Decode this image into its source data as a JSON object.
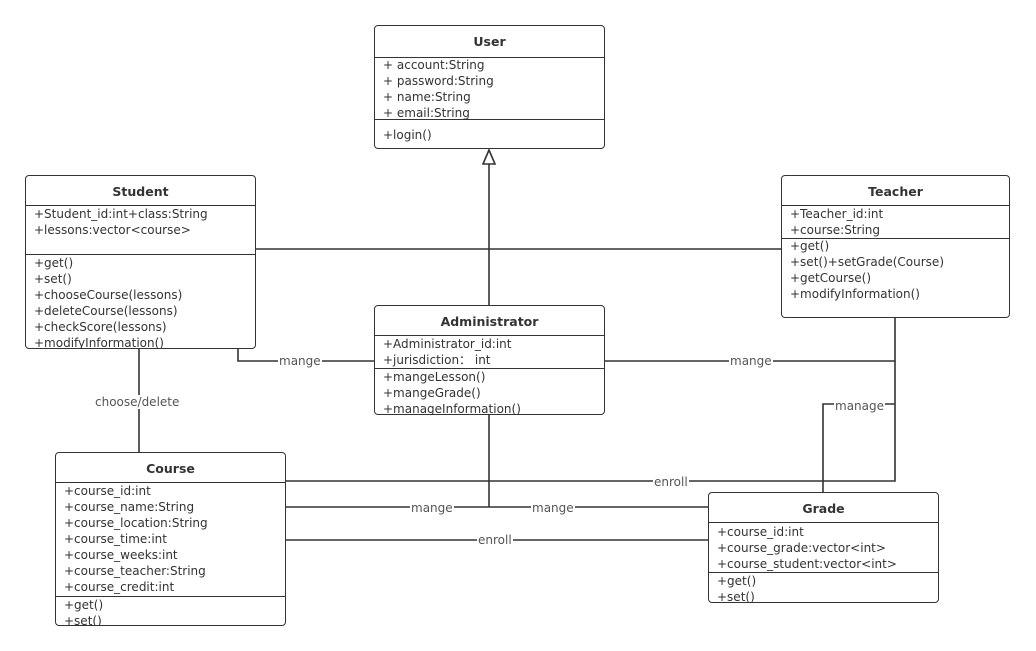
{
  "classes": {
    "user": {
      "name": "User",
      "attributes": [
        "+ account:String",
        "+ password:String",
        "+ name:String",
        "+ email:String"
      ],
      "methods": [
        "+login()"
      ]
    },
    "student": {
      "name": "Student",
      "attributes": [
        "+Student_id:int+class:String",
        "+lessons:vector<course>"
      ],
      "methods": [
        "+get()",
        "+set()",
        "+chooseCourse(lessons)",
        "+deleteCourse(lessons)",
        "+checkScore(lessons)",
        "+modifyInformation()"
      ]
    },
    "teacher": {
      "name": "Teacher",
      "attributes": [
        "+Teacher_id:int",
        "+course:String"
      ],
      "methods": [
        "+get()",
        "+set()+setGrade(Course)",
        "+getCourse()",
        "+modifyInformation()"
      ]
    },
    "administrator": {
      "name": "Administrator",
      "attributes": [
        "+Administrator_id:int",
        "+jurisdiction： int"
      ],
      "methods": [
        "+mangeLesson()",
        "+mangeGrade()",
        "+manageInformation()"
      ]
    },
    "course": {
      "name": "Course",
      "attributes": [
        "+course_id:int",
        "+course_name:String",
        "+course_location:String",
        "+course_time:int",
        "+course_weeks:int",
        "+course_teacher:String",
        "+course_credit:int"
      ],
      "methods": [
        "+get()",
        "+set()"
      ]
    },
    "grade": {
      "name": "Grade",
      "attributes": [
        "+course_id:int",
        "+course_grade:vector<int>",
        "+course_student:vector<int>"
      ],
      "methods": [
        "+get()",
        "+set()"
      ]
    }
  },
  "labels": {
    "student_admin": "mange",
    "admin_teacher": "mange",
    "teacher_grade": "manage",
    "student_course": "choose/delete",
    "teacher_course": "enroll",
    "admin_course": "mange",
    "admin_grade": "mange",
    "course_grade": "enroll"
  }
}
